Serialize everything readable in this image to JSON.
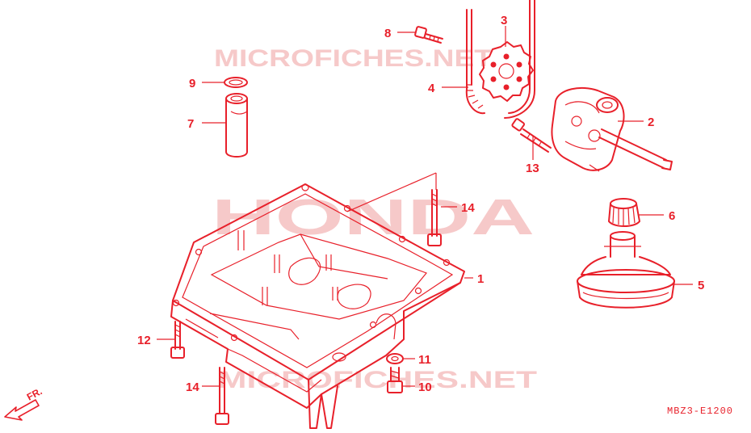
{
  "watermarks": {
    "top": "MICROFICHES.NET",
    "center": "HONDA",
    "bottom": "MICROFICHES.NET"
  },
  "diagram_code": "MBZ3-E1200",
  "front_marker": "FR.",
  "colors": {
    "line": "#e8202a",
    "watermark": "#f6c9c9",
    "background": "#ffffff"
  },
  "callouts": [
    {
      "id": "c1",
      "number": "1",
      "part": "oil-pan"
    },
    {
      "id": "c2",
      "number": "2",
      "part": "oil-pump"
    },
    {
      "id": "c3",
      "number": "3",
      "part": "pump-sprocket"
    },
    {
      "id": "c4",
      "number": "4",
      "part": "drive-chain"
    },
    {
      "id": "c5",
      "number": "5",
      "part": "oil-strainer"
    },
    {
      "id": "c6",
      "number": "6",
      "part": "strainer-collar"
    },
    {
      "id": "c7",
      "number": "7",
      "part": "oil-pipe"
    },
    {
      "id": "c8",
      "number": "8",
      "part": "sprocket-bolt"
    },
    {
      "id": "c9",
      "number": "9",
      "part": "o-ring"
    },
    {
      "id": "c10",
      "number": "10",
      "part": "drain-bolt"
    },
    {
      "id": "c11",
      "number": "11",
      "part": "sealing-washer"
    },
    {
      "id": "c12",
      "number": "12",
      "part": "flange-bolt"
    },
    {
      "id": "c13",
      "number": "13",
      "part": "pump-bolt"
    },
    {
      "id": "c14a",
      "number": "14",
      "part": "long-bolt-top"
    },
    {
      "id": "c14b",
      "number": "14",
      "part": "long-bolt-bottom"
    }
  ]
}
